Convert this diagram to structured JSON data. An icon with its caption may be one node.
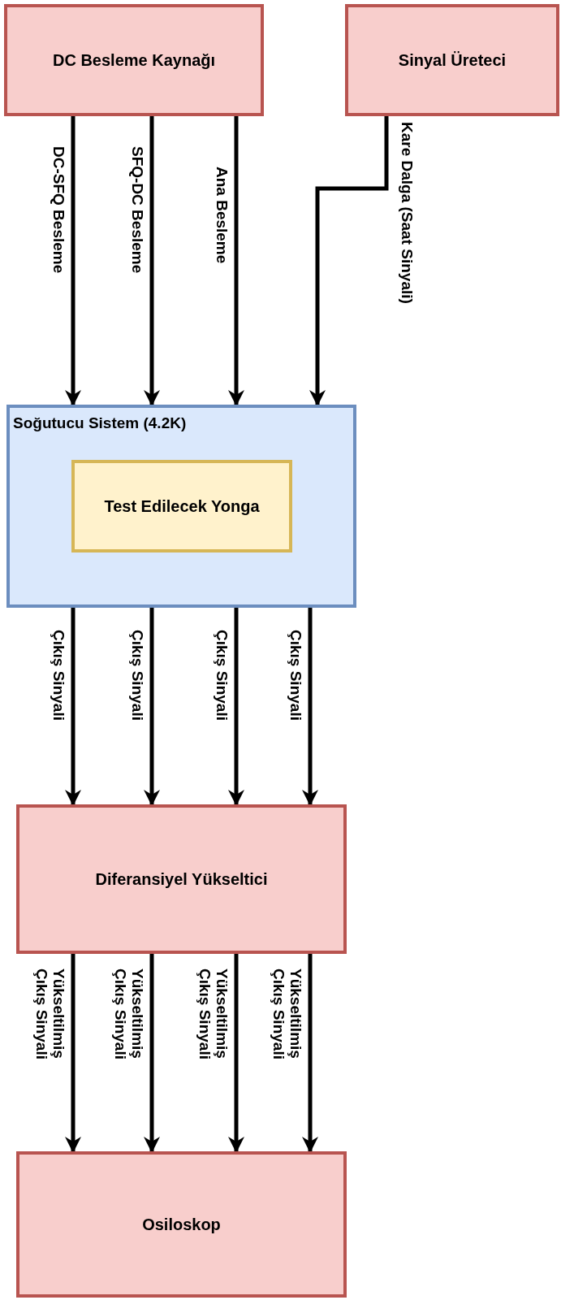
{
  "diagram": {
    "nodes": [
      {
        "text": [
          "DC Besleme Kaynağı"
        ]
      },
      {
        "text": [
          "Sinyal Üreteci"
        ]
      },
      {
        "text": [
          "Soğutucu Sistem (4.2K)"
        ]
      },
      {
        "text": [
          "Test Edilecek Yonga"
        ],
        "in": 2
      },
      {
        "text": [
          "Diferansiyel Yükseltici"
        ]
      },
      {
        "text": [
          "Osiloskop"
        ]
      }
    ],
    "edges": [
      {
        "from": 0,
        "to": 2,
        "arrow": "to",
        "label": "DC-SFQ Besleme"
      },
      {
        "from": 0,
        "to": 2,
        "arrow": "to",
        "label": "SFQ-DC Besleme"
      },
      {
        "from": 0,
        "to": 2,
        "arrow": "to",
        "label": "Ana Besleme"
      },
      {
        "from": 1,
        "to": 2,
        "arrow": "to",
        "label": "Kare Dalga (Saat Sinyali)"
      },
      {
        "from": 2,
        "to": 4,
        "arrow": "to",
        "label": "Çıkış Sinyali"
      },
      {
        "from": 2,
        "to": 4,
        "arrow": "to",
        "label": "Çıkış Sinyali"
      },
      {
        "from": 2,
        "to": 4,
        "arrow": "to",
        "label": "Çıkış Sinyali"
      },
      {
        "from": 2,
        "to": 4,
        "arrow": "to",
        "label": "Çıkış Sinyali"
      },
      {
        "from": 4,
        "to": 5,
        "arrow": "to",
        "label": "Yükseltilmiş Çıkış Sinyali"
      },
      {
        "from": 4,
        "to": 5,
        "arrow": "to",
        "label": "Yükseltilmiş Çıkış Sinyali"
      },
      {
        "from": 4,
        "to": 5,
        "arrow": "to",
        "label": "Yükseltilmiş Çıkış Sinyali"
      },
      {
        "from": 4,
        "to": 5,
        "arrow": "to",
        "label": "Yükseltilmiş Çıkış Sinyali"
      }
    ]
  }
}
